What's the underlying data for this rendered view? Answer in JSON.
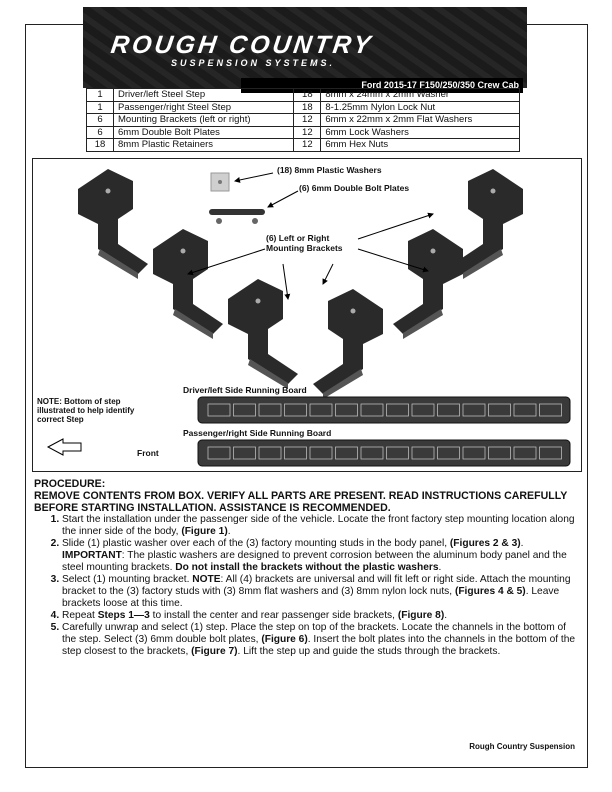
{
  "header": {
    "brand": "ROUGH COUNTRY",
    "tagline": "SUSPENSION SYSTEMS.",
    "vehicle": "Ford 2015-17 F150/250/350 Crew Cab"
  },
  "parts": [
    {
      "q1": "1",
      "n1": "Driver/left Steel Step",
      "q2": "18",
      "n2": "8mm x 24mm x 2mm Washer"
    },
    {
      "q1": "1",
      "n1": "Passenger/right Steel Step",
      "q2": "18",
      "n2": "8-1.25mm Nylon Lock Nut"
    },
    {
      "q1": "6",
      "n1": "Mounting Brackets (left or right)",
      "q2": "12",
      "n2": "6mm x 22mm x 2mm Flat Washers"
    },
    {
      "q1": "6",
      "n1": "6mm Double Bolt Plates",
      "q2": "12",
      "n2": "6mm Lock Washers"
    },
    {
      "q1": "18",
      "n1": "8mm Plastic Retainers",
      "q2": "12",
      "n2": "6mm Hex Nuts"
    }
  ],
  "figure": {
    "washers": "(18) 8mm Plastic Washers",
    "bolt_plates": "(6) 6mm Double Bolt Plates",
    "brackets": "(6) Left or Right Mounting Brackets",
    "note": "NOTE: Bottom of step illustrated to help identify correct Step",
    "driver_board": "Driver/left Side Running Board",
    "passenger_board": "Passenger/right Side Running Board",
    "front": "Front"
  },
  "procedure": {
    "title": "PROCEDURE:",
    "warning": "REMOVE CONTENTS FROM BOX. VERIFY ALL PARTS ARE PRESENT. READ INSTRUCTIONS CAREFULLY BEFORE STARTING INSTALLATION. ASSISTANCE IS RECOMMENDED.",
    "steps": [
      [
        [
          "Start the installation under the passenger side of the vehicle. Locate the front factory step mounting location along the inner side of the body, ",
          0
        ],
        [
          "(Figure 1)",
          1
        ],
        [
          ".",
          0
        ]
      ],
      [
        [
          "Slide (1) plastic washer over each of the (3) factory mounting studs in the body panel, ",
          0
        ],
        [
          "(Figures 2 & 3)",
          1
        ],
        [
          ". ",
          0
        ],
        [
          "IMPORTANT",
          1
        ],
        [
          ": The plastic washers are designed to prevent corrosion between the aluminum body panel and the steel mounting brackets. ",
          0
        ],
        [
          "Do not install the brackets without the plastic washers",
          1
        ],
        [
          ".",
          0
        ]
      ],
      [
        [
          "Select (1) mounting bracket. ",
          0
        ],
        [
          "NOTE",
          1
        ],
        [
          ": All (4) brackets are universal and will fit left or right side. Attach the mounting bracket to the (3) factory studs with (3) 8mm flat washers and (3) 8mm nylon lock nuts, ",
          0
        ],
        [
          "(Figures 4 & 5)",
          1
        ],
        [
          ". Leave brackets loose at this time.",
          0
        ]
      ],
      [
        [
          "Repeat ",
          0
        ],
        [
          "Steps 1—3",
          1
        ],
        [
          " to install the center and rear passenger side brackets, ",
          0
        ],
        [
          "(Figure 8)",
          1
        ],
        [
          ".",
          0
        ]
      ],
      [
        [
          "Carefully unwrap and select (1) step. Place the step on top of the brackets. Locate the channels in the bottom of the step. Select (3) 6mm double bolt plates, ",
          0
        ],
        [
          "(Figure 6)",
          1
        ],
        [
          ". Insert the bolt plates into the channels in the bottom of the step closest to the brackets, ",
          0
        ],
        [
          "(Figure 7)",
          1
        ],
        [
          ". Lift the step up and guide the studs through the brackets.",
          0
        ]
      ]
    ]
  },
  "footer": "Rough Country Suspension"
}
